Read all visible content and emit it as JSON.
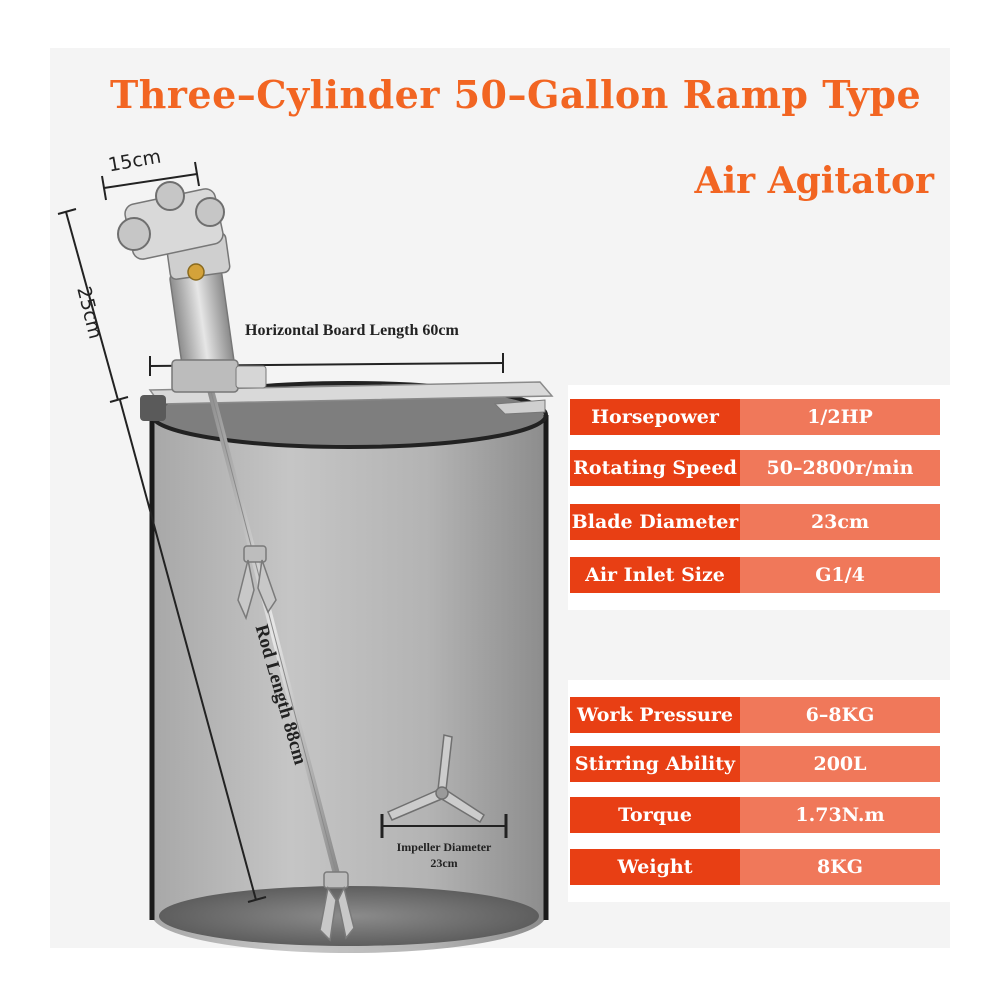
{
  "title": {
    "line1": "Three–Cylinder 50–Gallon Ramp Type",
    "line2": "Air Agitator"
  },
  "dimensions": {
    "motor_width": "15cm",
    "motor_height": "25cm",
    "board_length": "Horizontal Board Length 60cm",
    "rod_length": "Rod Length 88cm",
    "impeller_label": "Impeller Diameter",
    "impeller_value": "23cm"
  },
  "specs_group_1": [
    {
      "label": "Horsepower",
      "value": "1/2HP"
    },
    {
      "label": "Rotating Speed",
      "value": "50–2800r/min"
    },
    {
      "label": "Blade Diameter",
      "value": "23cm"
    },
    {
      "label": "Air Inlet Size",
      "value": "G1/4"
    }
  ],
  "specs_group_2": [
    {
      "label": "Work Pressure",
      "value": "6–8KG"
    },
    {
      "label": "Stirring Ability",
      "value": "200L"
    },
    {
      "label": "Torque",
      "value": "1.73N.m"
    },
    {
      "label": "Weight",
      "value": "8KG"
    }
  ],
  "colors": {
    "accent": "#f26522",
    "label_bg": "#e83f14",
    "value_bg": "#f0785a",
    "panel_bg": "#f4f4f4"
  }
}
